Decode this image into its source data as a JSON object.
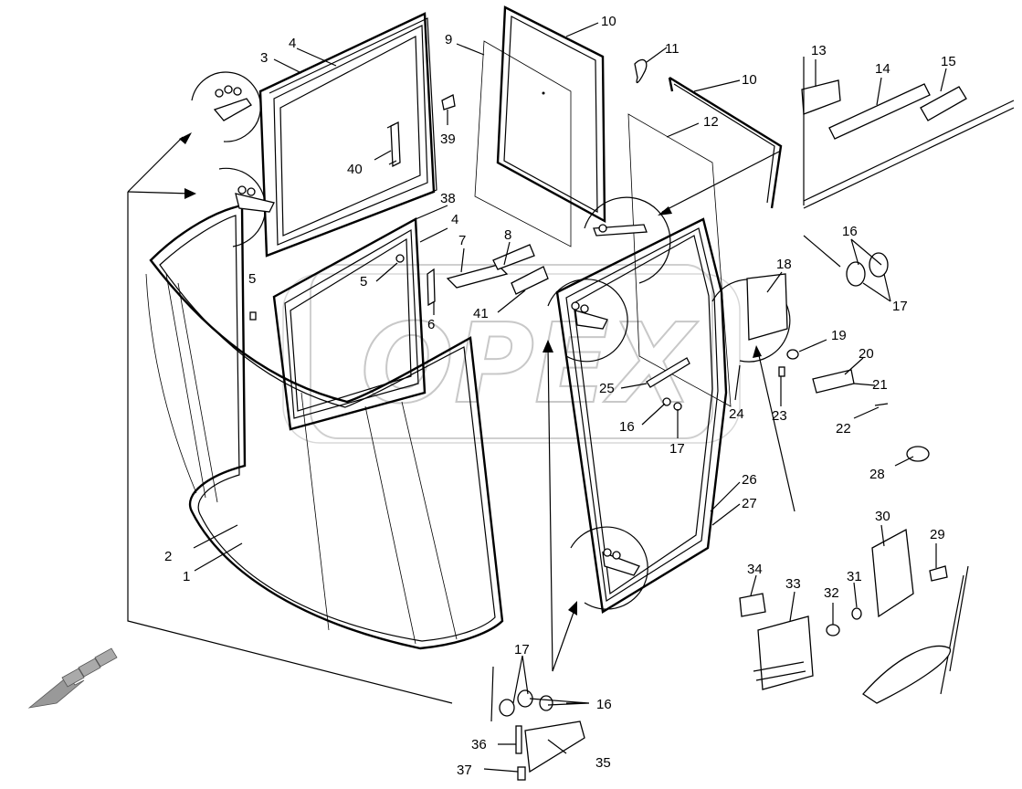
{
  "diagram": {
    "watermark": "OPEX",
    "part_labels": {
      "p1": "1",
      "p2": "2",
      "p3": "3",
      "p4a": "4",
      "p4b": "4",
      "p5a": "5",
      "p5b": "5",
      "p6": "6",
      "p7": "7",
      "p8": "8",
      "p9": "9",
      "p10a": "10",
      "p10b": "10",
      "p11": "11",
      "p12": "12",
      "p13": "13",
      "p14": "14",
      "p15": "15",
      "p16a": "16",
      "p16b": "16",
      "p16c": "16",
      "p17a": "17",
      "p17b": "17",
      "p17c": "17",
      "p18": "18",
      "p19": "19",
      "p20": "20",
      "p21": "21",
      "p22": "22",
      "p23": "23",
      "p24": "24",
      "p25": "25",
      "p26": "26",
      "p27": "27",
      "p28": "28",
      "p29": "29",
      "p30": "30",
      "p31": "31",
      "p32": "32",
      "p33": "33",
      "p34": "34",
      "p35": "35",
      "p36": "36",
      "p37": "37",
      "p38": "38",
      "p39": "39",
      "p40": "40",
      "p41": "41"
    }
  }
}
